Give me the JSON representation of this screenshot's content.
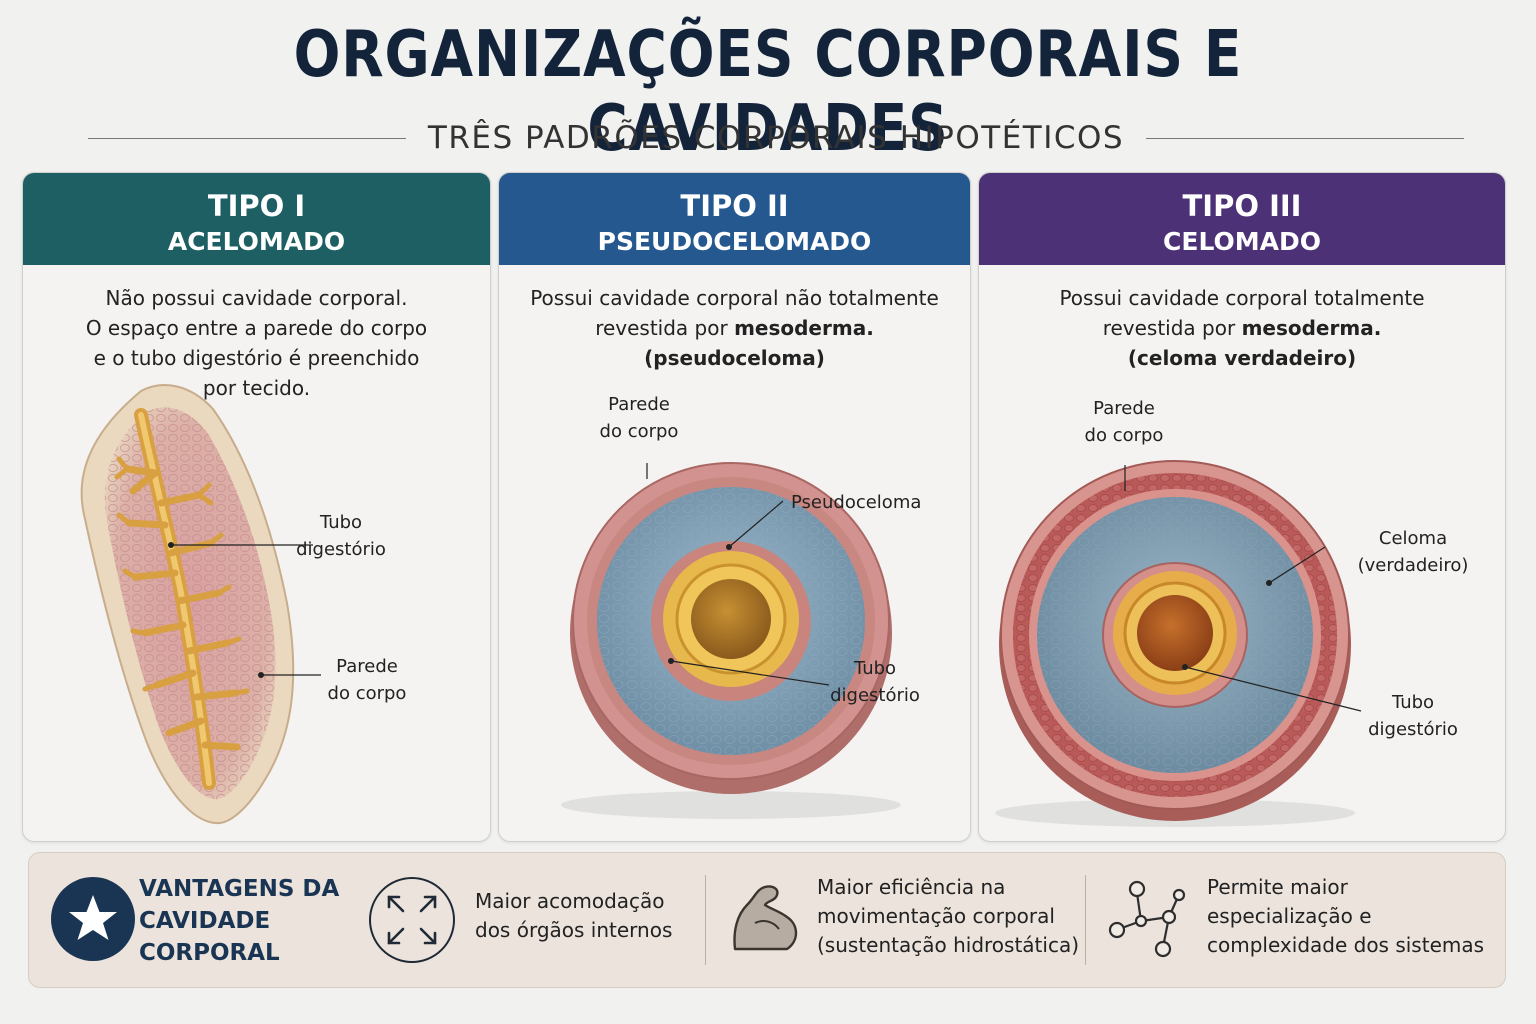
{
  "header": {
    "title": "ORGANIZAÇÕES CORPORAIS E CAVIDADES",
    "subtitle": "TRÊS PADRÕES CORPORAIS HIPOTÉTICOS"
  },
  "cards": [
    {
      "type_label": "TIPO I",
      "name": "ACELOMADO",
      "color": "#1e5f63",
      "desc_lines": [
        "Não possui cavidade corporal.",
        "O espaço entre a parede do corpo",
        "e o tubo digestório é preenchido",
        "por tecido."
      ],
      "labels": {
        "gut": "Tubo\ndigestório",
        "wall": "Parede\ndo corpo"
      }
    },
    {
      "type_label": "TIPO II",
      "name": "PSEUDOCELOMADO",
      "color": "#24588e",
      "desc_line1": "Possui cavidade corporal não totalmente",
      "desc_line2_pre": "revestida por ",
      "desc_line2_bold": "mesoderma.",
      "desc_line3": "(pseudoceloma)",
      "labels": {
        "wall": "Parede\ndo corpo",
        "cavity": "Pseudoceloma",
        "gut": "Tubo\ndigestório"
      }
    },
    {
      "type_label": "TIPO III",
      "name": "CELOMADO",
      "color": "#4d3177",
      "desc_line1": "Possui cavidade corporal totalmente",
      "desc_line2_pre": "revestida por ",
      "desc_line2_bold": "mesoderma.",
      "desc_line3": "(celoma verdadeiro)",
      "labels": {
        "wall": "Parede\ndo corpo",
        "cavity": "Celoma\n(verdadeiro)",
        "gut": "Tubo\ndigestório"
      }
    }
  ],
  "advantages": {
    "title": "VANTAGENS DA\nCAVIDADE\nCORPORAL",
    "items": [
      {
        "icon": "expand-arrows-icon",
        "text": "Maior acomodação\ndos órgãos internos"
      },
      {
        "icon": "flexed-arm-icon",
        "text": "Maior eficiência na\nmovimentação corporal\n(sustentação hidrostática)"
      },
      {
        "icon": "network-nodes-icon",
        "text": "Permite maior\nespecialização e\ncomplexidade dos sistemas"
      }
    ]
  }
}
